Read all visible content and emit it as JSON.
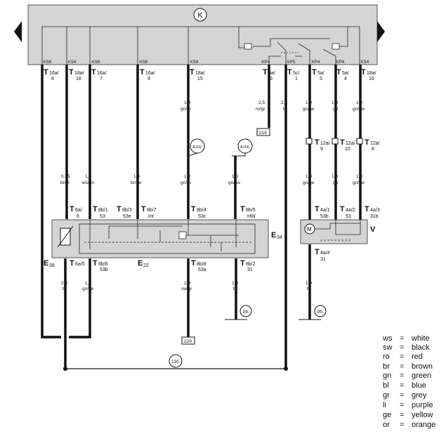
{
  "header": {
    "relay_symbol": "K"
  },
  "top_connectors": [
    {
      "prefix": "XS6",
      "pin_main": "T",
      "pin_sub": "16a/",
      "pin_num": "8"
    },
    {
      "prefix": "XS4",
      "pin_main": "T",
      "pin_sub": "18a/",
      "pin_num": "18"
    },
    {
      "prefix": "XS6",
      "pin_main": "T",
      "pin_sub": "16a/",
      "pin_num": "7"
    },
    {
      "prefix": "XS6",
      "pin_main": "T",
      "pin_sub": "16a/",
      "pin_num": "9"
    },
    {
      "prefix": "XS4",
      "pin_main": "T",
      "pin_sub": "18a/",
      "pin_num": "15"
    },
    {
      "prefix": "XP4",
      "pin_main": "T",
      "pin_sub": "5a/",
      "pin_num": "3"
    },
    {
      "prefix": "XP5",
      "pin_main": "T",
      "pin_sub": "5c/",
      "pin_num": "1"
    },
    {
      "prefix": "XP4",
      "pin_main": "T",
      "pin_sub": "5a/",
      "pin_num": "5"
    },
    {
      "prefix": "XP4",
      "pin_main": "T",
      "pin_sub": "5a/",
      "pin_num": "4"
    },
    {
      "prefix": "XS4",
      "pin_main": "T",
      "pin_sub": "18a/",
      "pin_num": "16"
    }
  ],
  "upper_wires": [
    {
      "size": "1,0",
      "color": "gn/ro"
    },
    {
      "size": "2,5",
      "color": "ro/gr"
    },
    {
      "size": "2,5",
      "color": "br"
    },
    {
      "size": "1,0",
      "color": "gn/ge"
    },
    {
      "size": "1,0",
      "color": "gn"
    },
    {
      "size": "1,0",
      "color": "gn/sw"
    }
  ],
  "references": {
    "r218": "218",
    "r229": "229",
    "r135": "135",
    "r80": "80",
    "r85": "85",
    "a102": "A102",
    "a156": "A156"
  },
  "t12a": [
    {
      "pin_sub": "12a/",
      "pin_num": "9"
    },
    {
      "pin_sub": "12a/",
      "pin_num": "10"
    },
    {
      "pin_sub": "12a/",
      "pin_num": "8"
    }
  ],
  "mid_wires": [
    {
      "size": "0,35",
      "color": "br/bl"
    },
    {
      "size": "1,0",
      "color": "ws/gn"
    },
    {
      "size": "1,0",
      "color": "br/sw"
    },
    {
      "size": "1,0",
      "color": "gn/ro"
    },
    {
      "size": "1,0",
      "color": "gn/ws"
    },
    {
      "size": "1,0",
      "color": "gn/ge"
    },
    {
      "size": "1,0",
      "color": "gn"
    },
    {
      "size": "1,0",
      "color": "gn/sw"
    }
  ],
  "switch_top_pins": [
    {
      "sub": "6a/",
      "num": "6",
      "term": ""
    },
    {
      "sub": "8b/1",
      "num": "",
      "term": "53"
    },
    {
      "sub": "8b/3",
      "num": "",
      "term": "53e"
    },
    {
      "sub": "8b/7",
      "num": "",
      "term": "Int"
    },
    {
      "sub": "8b/4",
      "num": "",
      "term": "53c"
    },
    {
      "sub": "8b/5",
      "num": "",
      "term": "HW"
    }
  ],
  "motor_top_pins": [
    {
      "sub": "4a/1",
      "term": "53b"
    },
    {
      "sub": "4a/2",
      "term": "53"
    },
    {
      "sub": "4a/3",
      "term": "31b"
    }
  ],
  "switch_bottom_pins": [
    {
      "sub": "6a/5",
      "term": ""
    },
    {
      "sub": "8b/6",
      "term": "53b"
    },
    {
      "sub": "8b/8",
      "term": "53a"
    },
    {
      "sub": "8b/2",
      "term": "31"
    }
  ],
  "motor_bottom_pin": {
    "sub": "4a/4",
    "term": "31"
  },
  "components": {
    "e34": {
      "main": "E",
      "sub": "34"
    },
    "e38": {
      "main": "E",
      "sub": "38"
    },
    "e22": {
      "main": "E",
      "sub": "22"
    },
    "v": "V",
    "motor": "M"
  },
  "lower_wires": [
    {
      "size": "0,5",
      "color": "br"
    },
    {
      "size": "1,0",
      "color": "gn/ge"
    },
    {
      "size": "1,0",
      "color": "sw/gr"
    },
    {
      "size": "1,0",
      "color": "br"
    },
    {
      "size": "1,0",
      "color": "br"
    }
  ],
  "legend": [
    {
      "abbr": "ws",
      "eq": "=",
      "name": "white"
    },
    {
      "abbr": "sw",
      "eq": "=",
      "name": "black"
    },
    {
      "abbr": "ro",
      "eq": "=",
      "name": "red"
    },
    {
      "abbr": "br",
      "eq": "=",
      "name": "brown"
    },
    {
      "abbr": "gn",
      "eq": "=",
      "name": "green"
    },
    {
      "abbr": "bl",
      "eq": "=",
      "name": "blue"
    },
    {
      "abbr": "gr",
      "eq": "=",
      "name": "grey"
    },
    {
      "abbr": "li",
      "eq": "=",
      "name": "purple"
    },
    {
      "abbr": "ge",
      "eq": "=",
      "name": "yellow"
    },
    {
      "abbr": "or",
      "eq": "=",
      "name": "orange"
    }
  ],
  "colors": {
    "panel": "#d4d4d4",
    "wire": "#111111",
    "line": "#222222"
  }
}
